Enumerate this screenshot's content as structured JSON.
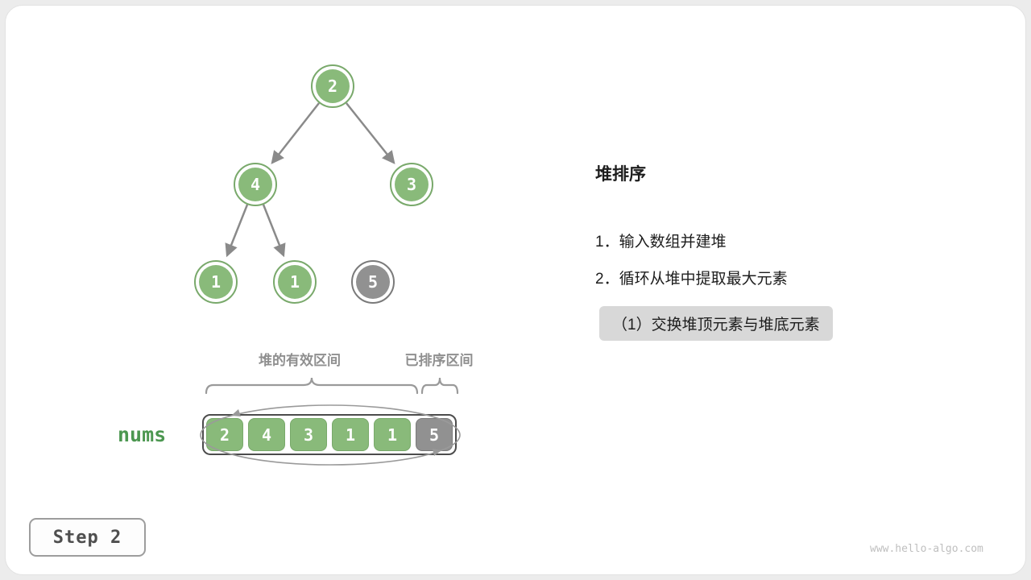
{
  "tree": {
    "nodes": [
      {
        "value": "2",
        "state": "heap"
      },
      {
        "value": "4",
        "state": "heap"
      },
      {
        "value": "3",
        "state": "heap"
      },
      {
        "value": "1",
        "state": "heap"
      },
      {
        "value": "1",
        "state": "heap"
      },
      {
        "value": "5",
        "state": "sorted"
      }
    ]
  },
  "panel": {
    "title": "堆排序",
    "steps": [
      "1．输入数组并建堆",
      "2．循环从堆中提取最大元素"
    ],
    "substep": "（1）交换堆顶元素与堆底元素"
  },
  "array": {
    "label": "nums",
    "regions": [
      "堆的有效区间",
      "已排序区间"
    ],
    "cells": [
      {
        "value": "2",
        "state": "heap"
      },
      {
        "value": "4",
        "state": "heap"
      },
      {
        "value": "3",
        "state": "heap"
      },
      {
        "value": "1",
        "state": "heap"
      },
      {
        "value": "1",
        "state": "heap"
      },
      {
        "value": "5",
        "state": "sorted"
      }
    ]
  },
  "footer": {
    "step_badge": "Step 2",
    "watermark": "www.hello-algo.com"
  },
  "colors": {
    "node_green": "#89ba7a",
    "node_gray": "#919191",
    "nums_label_green": "#4c9750",
    "substep_highlight_bg": "#d8d8d8",
    "arrow_gray": "#8a8a8a"
  }
}
